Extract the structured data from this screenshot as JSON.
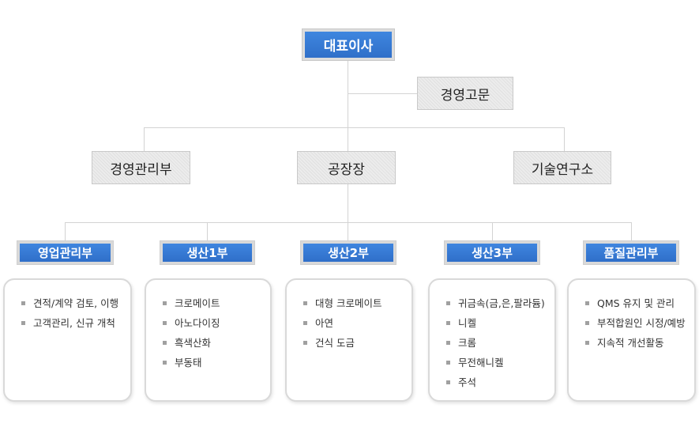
{
  "ceo": "대표이사",
  "advisor": "경영고문",
  "level2": {
    "mgmt": "경영관리부",
    "factory": "공장장",
    "rnd": "기술연구소"
  },
  "departments": [
    {
      "title": "영업관리부",
      "items": [
        "견적/계약 검토, 이행",
        "고객관리, 신규 개척"
      ]
    },
    {
      "title": "생산1부",
      "items": [
        "크로메이트",
        "아노다이징",
        "흑색산화",
        "부동태"
      ]
    },
    {
      "title": "생산2부",
      "items": [
        "대형 크로메이트",
        "아연",
        "건식 도금"
      ]
    },
    {
      "title": "생산3부",
      "items": [
        "귀금속(금,은,팔라듐)",
        "니켈",
        "크롬",
        "무전해니켈",
        "주석"
      ]
    },
    {
      "title": "품질관리부",
      "items": [
        "QMS 유지 및 관리",
        "부적합원인 시정/예방",
        "지속적 개선활동"
      ]
    }
  ]
}
